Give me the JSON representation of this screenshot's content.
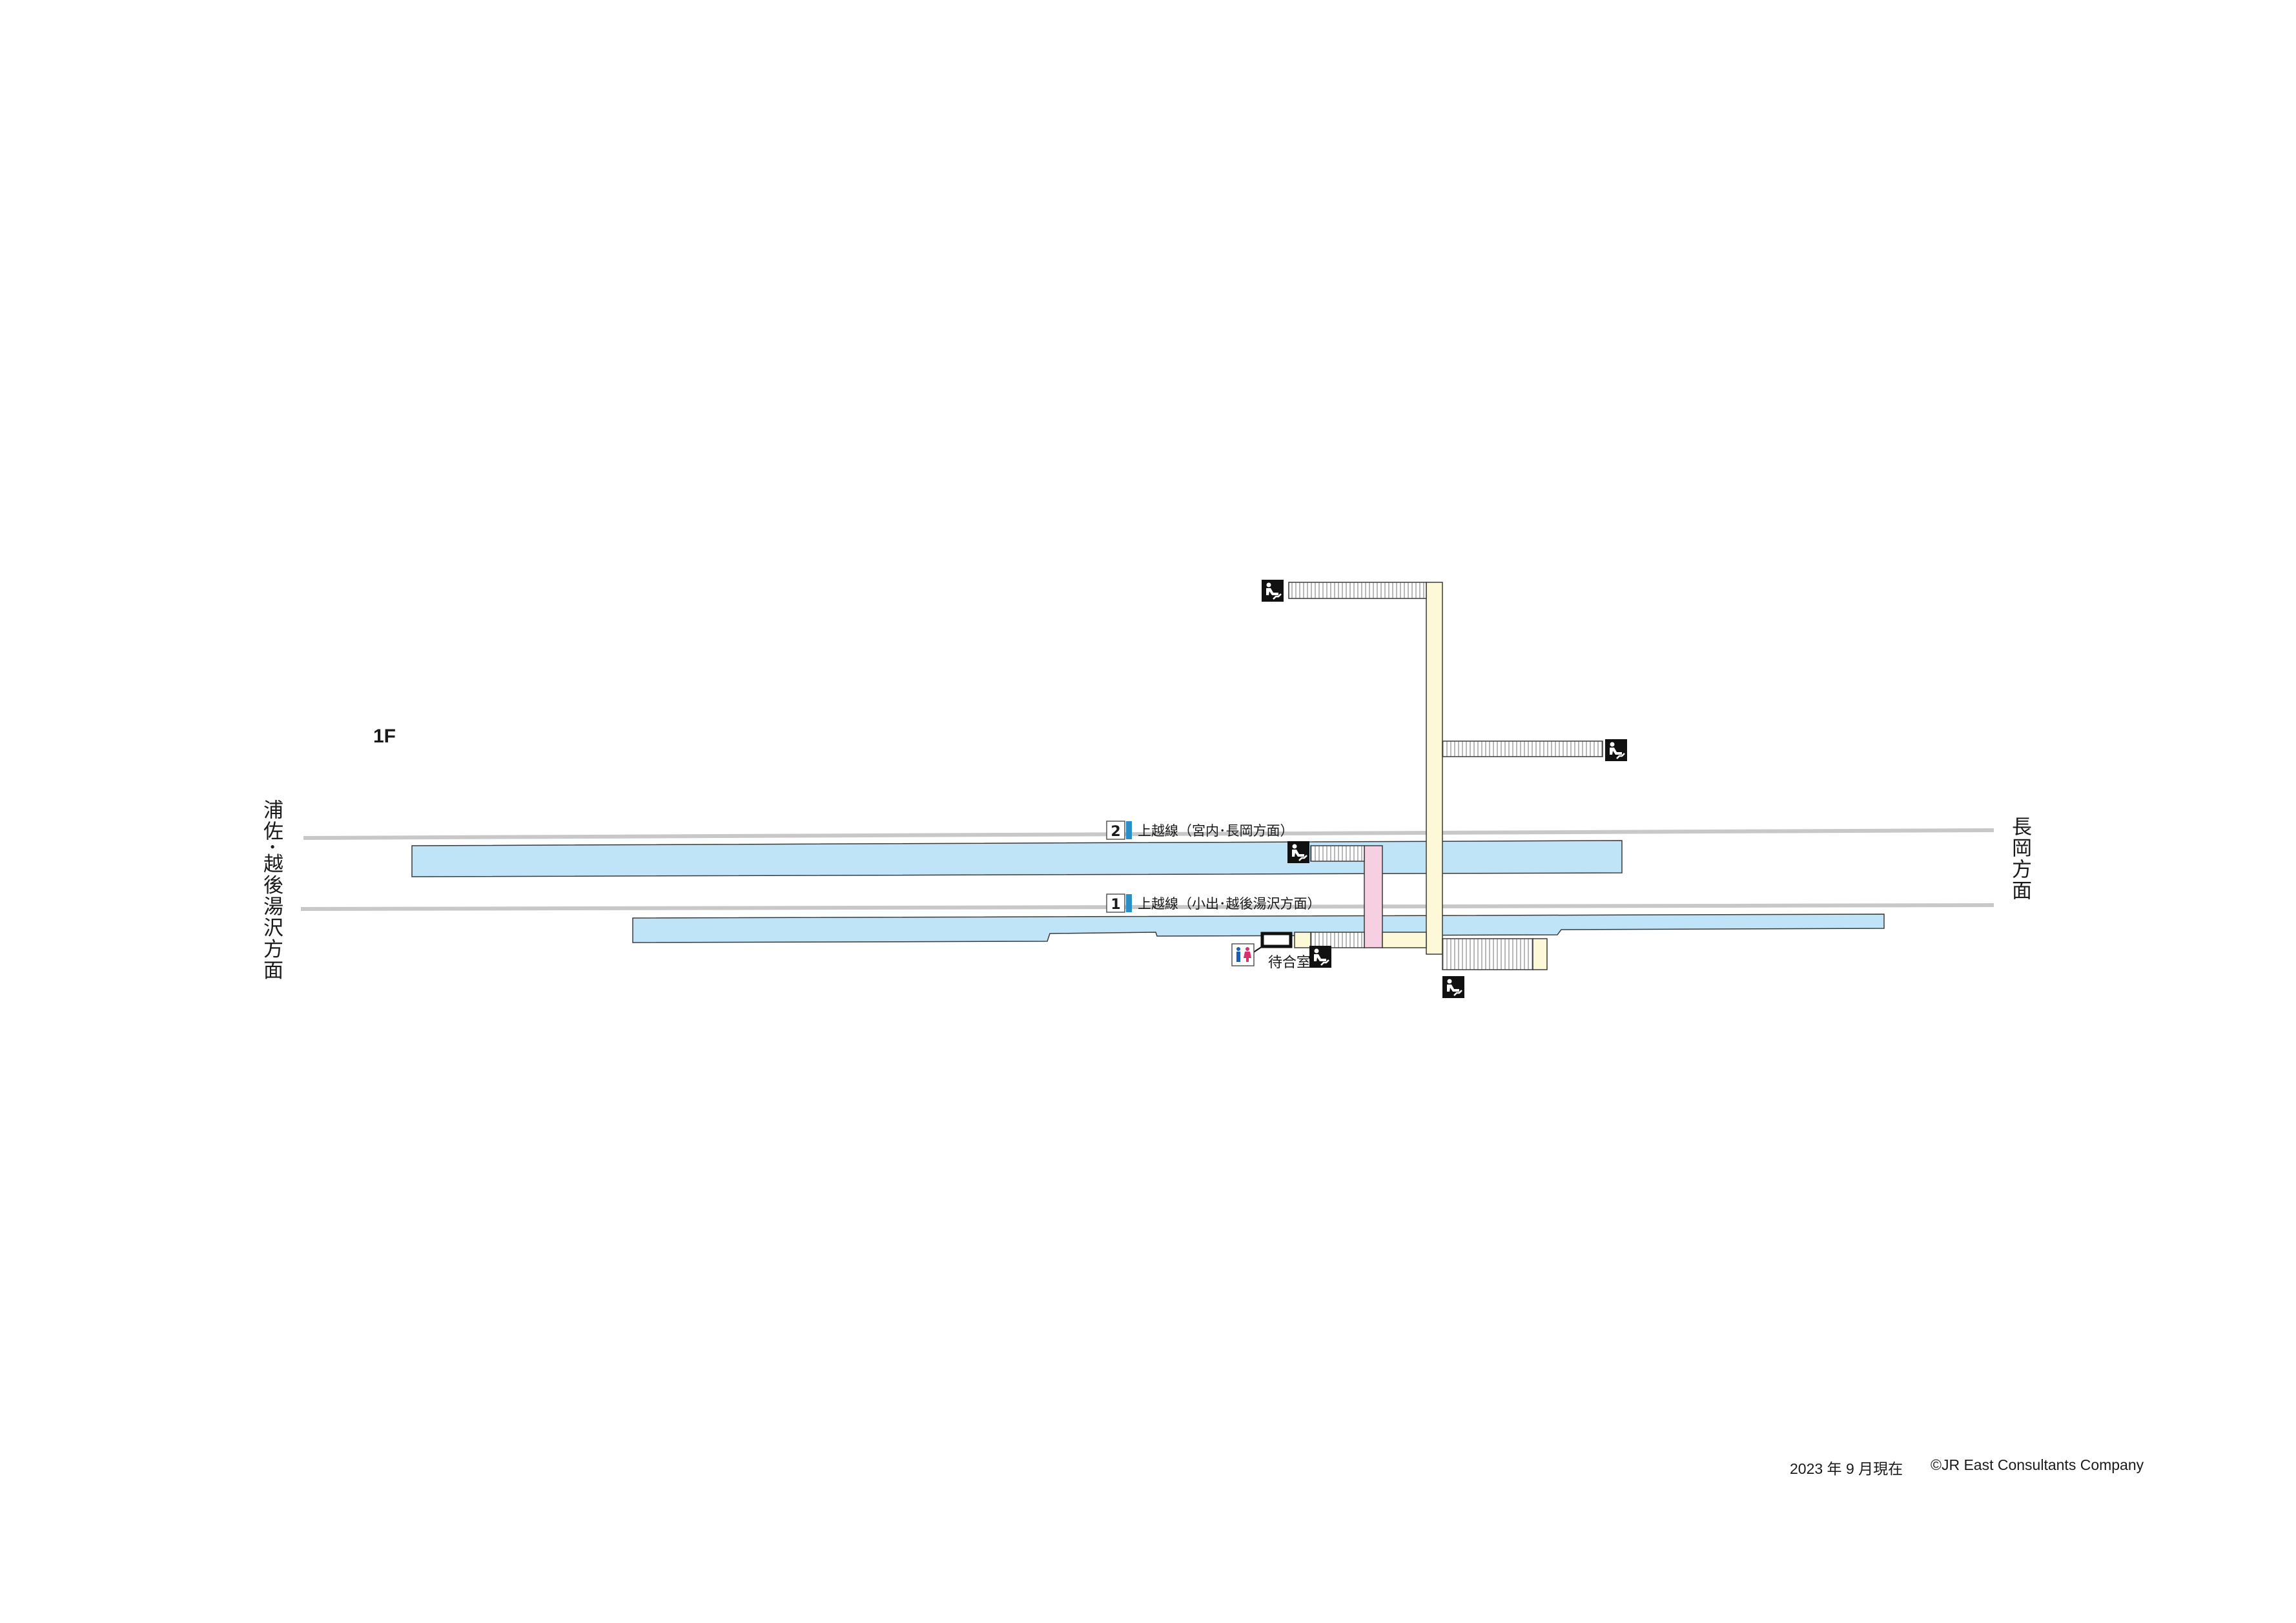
{
  "map": {
    "floor_label": "1F",
    "direction_west": "浦佐･越後湯沢方面",
    "direction_east": "長岡方面",
    "platforms": [
      {
        "number": "2",
        "label": "上越線（宮内･長岡方面）"
      },
      {
        "number": "1",
        "label": "上越線（小出･越後湯沢方面）"
      }
    ],
    "waiting_room_label": "待合室",
    "footer_date": "2023 年 9 月現在",
    "footer_copyright": "©JR East Consultants Company",
    "colors": {
      "platform": "#bfe4f8",
      "track": "#c8c8c8",
      "overpass": "#fdf8d8",
      "barrier_free_path": "#f6cfe0",
      "platform_sign_accent": "#2a8fc9",
      "stairs_icon_bg": "#111111",
      "restroom_men": "#1a5fb4",
      "restroom_women": "#d6336c"
    },
    "icons": [
      "stairs-icon",
      "restroom-icon",
      "waiting-room-icon"
    ]
  }
}
